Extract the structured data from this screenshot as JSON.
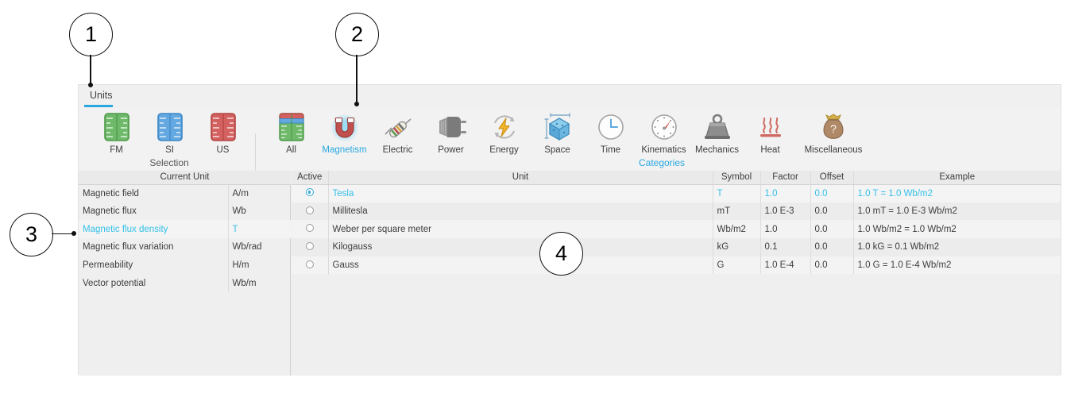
{
  "window": {
    "tab": {
      "label": "Units"
    }
  },
  "ribbon": {
    "groups": [
      {
        "name": "selection",
        "label": "Selection",
        "label_accent": false,
        "buttons": [
          {
            "label": "FM",
            "icon": "ruler-green-icon",
            "selected": false
          },
          {
            "label": "SI",
            "icon": "ruler-blue-icon",
            "selected": false
          },
          {
            "label": "US",
            "icon": "ruler-red-icon",
            "selected": false
          }
        ]
      },
      {
        "name": "categories",
        "label": "Categories",
        "label_accent": true,
        "buttons": [
          {
            "label": "All",
            "icon": "rulers-all-icon",
            "selected": false
          },
          {
            "label": "Magnetism",
            "icon": "magnet-icon",
            "selected": true
          },
          {
            "label": "Electric",
            "icon": "resistor-icon",
            "selected": false
          },
          {
            "label": "Power",
            "icon": "plug-icon",
            "selected": false
          },
          {
            "label": "Energy",
            "icon": "energy-bolt-icon",
            "selected": false
          },
          {
            "label": "Space",
            "icon": "cube-icon",
            "selected": false
          },
          {
            "label": "Time",
            "icon": "clock-icon",
            "selected": false
          },
          {
            "label": "Kinematics",
            "icon": "speedometer-icon",
            "selected": false
          },
          {
            "label": "Mechanics",
            "icon": "weight-icon",
            "selected": false
          },
          {
            "label": "Heat",
            "icon": "heat-waves-icon",
            "selected": false
          },
          {
            "label": "Miscellaneous",
            "icon": "money-bag-question-icon",
            "selected": false
          }
        ]
      }
    ]
  },
  "left_panel": {
    "header": "Current Unit",
    "rows": [
      {
        "quantity": "Magnetic field",
        "unit": "A/m",
        "selected": false
      },
      {
        "quantity": "Magnetic flux",
        "unit": "Wb",
        "selected": false
      },
      {
        "quantity": "Magnetic flux density",
        "unit": "T",
        "selected": true
      },
      {
        "quantity": "Magnetic flux variation",
        "unit": "Wb/rad",
        "selected": false
      },
      {
        "quantity": "Permeability",
        "unit": "H/m",
        "selected": false
      },
      {
        "quantity": "Vector potential",
        "unit": "Wb/m",
        "selected": false
      }
    ]
  },
  "right_panel": {
    "headers": [
      "Active",
      "Unit",
      "Symbol",
      "Factor",
      "Offset",
      "Example"
    ],
    "rows": [
      {
        "active": true,
        "unit": "Tesla",
        "symbol": "T",
        "factor": "1.0",
        "offset": "0.0",
        "example": "1.0 T = 1.0 Wb/m2"
      },
      {
        "active": false,
        "unit": "Millitesla",
        "symbol": "mT",
        "factor": "1.0 E-3",
        "offset": "0.0",
        "example": "1.0 mT = 1.0 E-3 Wb/m2"
      },
      {
        "active": false,
        "unit": "Weber per square meter",
        "symbol": "Wb/m2",
        "factor": "1.0",
        "offset": "0.0",
        "example": "1.0 Wb/m2 = 1.0 Wb/m2"
      },
      {
        "active": false,
        "unit": "Kilogauss",
        "symbol": "kG",
        "factor": "0.1",
        "offset": "0.0",
        "example": "1.0 kG = 0.1 Wb/m2"
      },
      {
        "active": false,
        "unit": "Gauss",
        "symbol": "G",
        "factor": "1.0 E-4",
        "offset": "0.0",
        "example": "1.0 G = 1.0 E-4 Wb/m2"
      }
    ]
  },
  "callouts": [
    {
      "number": "1"
    },
    {
      "number": "2"
    },
    {
      "number": "3"
    },
    {
      "number": "4"
    }
  ],
  "colors": {
    "accent": "#29a8e0",
    "selection_text": "#35c0e8",
    "ribbon_bg": "#f2f2f2",
    "panel_bg": "#efefef"
  }
}
